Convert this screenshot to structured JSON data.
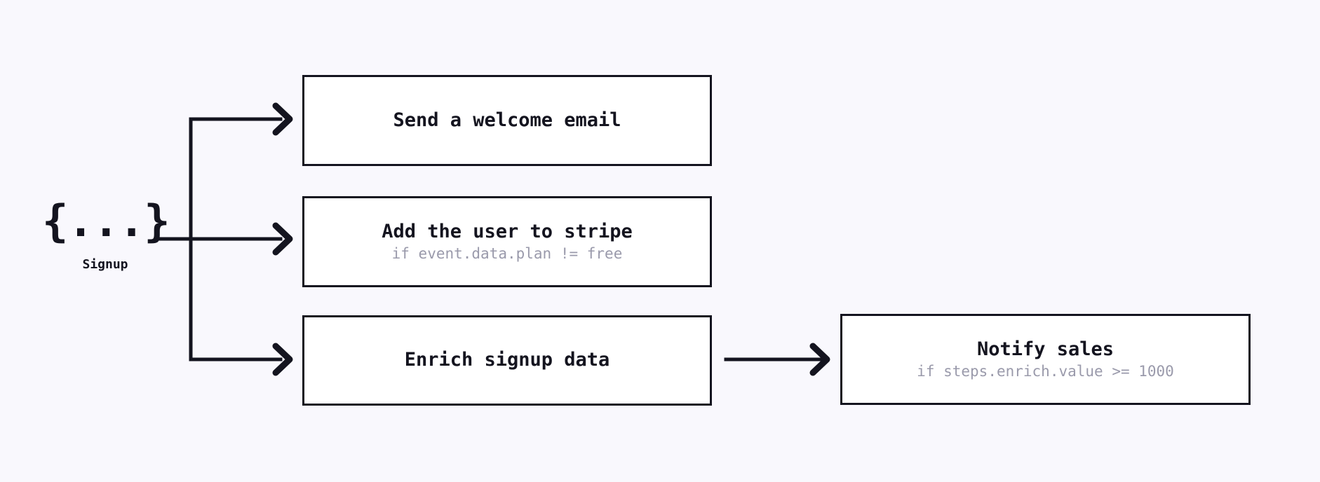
{
  "diagram": {
    "type": "workflow-flowchart",
    "background_color": "#f9f8fd",
    "line_color": "#14141f",
    "box_fill": "#ffffff",
    "subtitle_color": "#9a9aab"
  },
  "trigger": {
    "glyph": "{...}",
    "glyph_icon_name": "json-braces-icon",
    "label": "Signup"
  },
  "steps": [
    {
      "id": "welcome",
      "title": "Send a welcome email",
      "condition": ""
    },
    {
      "id": "stripe",
      "title": "Add the user to stripe",
      "condition": "if event.data.plan != free"
    },
    {
      "id": "enrich",
      "title": "Enrich signup data",
      "condition": ""
    },
    {
      "id": "notify",
      "title": "Notify sales",
      "condition": "if steps.enrich.value >= 1000"
    }
  ],
  "edges": [
    {
      "id": "trigger-to-branch",
      "from": "Signup",
      "to": "branch-trunk"
    },
    {
      "id": "branch-to-welcome",
      "from": "branch-trunk",
      "to": "Send a welcome email"
    },
    {
      "id": "branch-to-stripe",
      "from": "branch-trunk",
      "to": "Add the user to stripe"
    },
    {
      "id": "branch-to-enrich",
      "from": "branch-trunk",
      "to": "Enrich signup data"
    },
    {
      "id": "enrich-to-notify",
      "from": "Enrich signup data",
      "to": "Notify sales"
    }
  ]
}
